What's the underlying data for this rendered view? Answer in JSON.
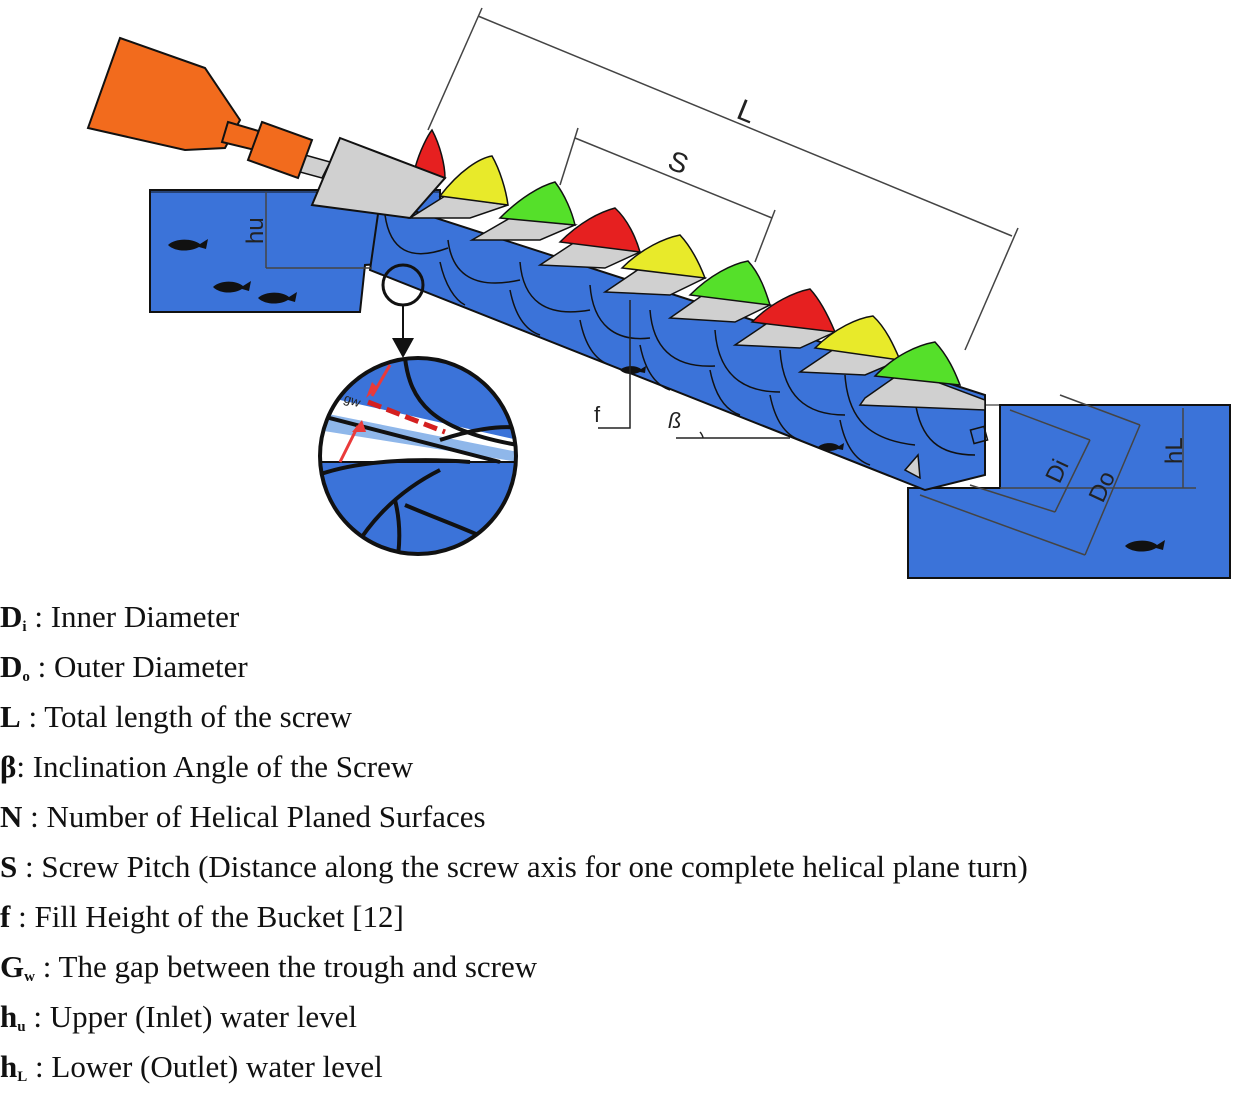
{
  "diagram": {
    "labels": {
      "L": "L",
      "S": "S",
      "f": "f",
      "beta": "ß",
      "hu": "hu",
      "hL": "hL",
      "Di": "Di",
      "Do": "Do",
      "gw": "gw"
    },
    "colors": {
      "water": "#3b73d9",
      "motor": "#f26b1d",
      "housing": "#d0d0d0",
      "blade_red": "#e62020",
      "blade_yellow": "#e8ea2a",
      "blade_green": "#55e02a",
      "gap_highlight": "#d42020"
    }
  },
  "legend": [
    {
      "sym": "D",
      "sub": "i",
      "sep": " : ",
      "text": "Inner Diameter"
    },
    {
      "sym": "D",
      "sub": "o",
      "sep": " : ",
      "text": "Outer Diameter"
    },
    {
      "sym": "L",
      "sub": "",
      "sep": " : ",
      "text": "Total length of the screw"
    },
    {
      "sym": "β",
      "sub": "",
      "sep": ": ",
      "text": "Inclination Angle of the Screw"
    },
    {
      "sym": "N",
      "sub": "",
      "sep": " : ",
      "text": "Number of Helical Planed Surfaces"
    },
    {
      "sym": "S",
      "sub": "",
      "sep": " : ",
      "text": "Screw Pitch (Distance along the screw axis for one complete helical plane turn)"
    },
    {
      "sym": "f",
      "sub": "",
      "sep": " : ",
      "text": "Fill Height of the Bucket [12]"
    },
    {
      "sym": "G",
      "sub": "w",
      "sep": " : ",
      "text": "The gap between the trough and screw"
    },
    {
      "sym": "h",
      "sub": "u",
      "sep": " : ",
      "text": "Upper (Inlet) water level"
    },
    {
      "sym": "h",
      "sub": "L",
      "sep": " : ",
      "text": "Lower (Outlet) water level"
    }
  ]
}
